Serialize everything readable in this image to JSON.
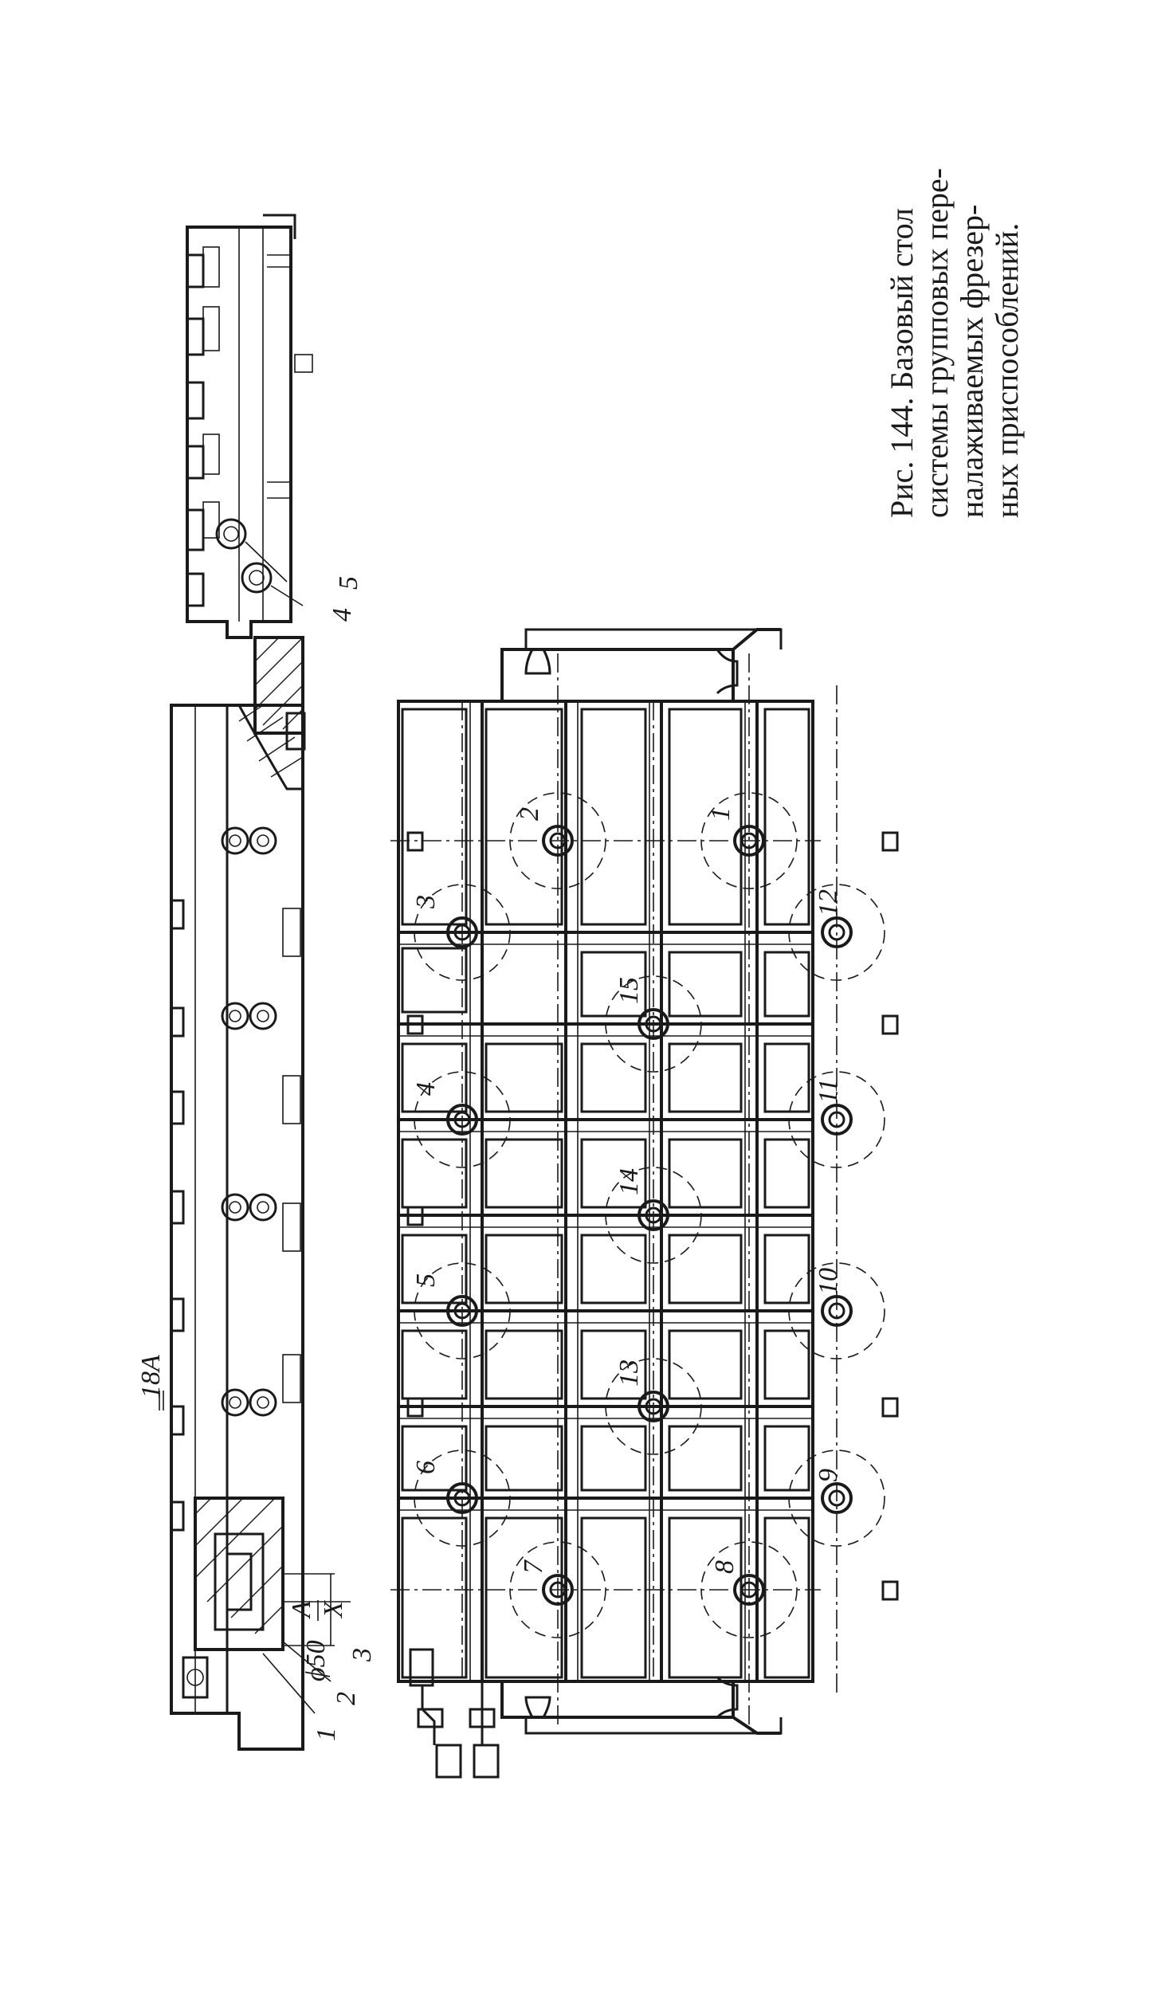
{
  "caption": {
    "line1": "Рис. 144. Базовый стол",
    "line2": "системы групповых пере-",
    "line3": "налаживаемых фрезер-",
    "line4": "ных приспособлений."
  },
  "side_view_labels": {
    "dim_18a": "18A",
    "dim_phi50": "ϕ50",
    "fraction_a": "A",
    "fraction_x": "X",
    "part_1": "1",
    "part_2": "2",
    "part_3": "3"
  },
  "end_view_labels": {
    "part_4": "4",
    "part_5": "5"
  },
  "plan_view_labels": {
    "clamp_1": "1",
    "clamp_2": "2",
    "clamp_3": "3",
    "clamp_4": "4",
    "clamp_5": "5",
    "clamp_6": "6",
    "clamp_7": "7",
    "clamp_8": "8",
    "clamp_9": "9",
    "clamp_10": "10",
    "clamp_11": "11",
    "clamp_12": "12",
    "clamp_13": "13",
    "clamp_14": "14",
    "clamp_15": "15"
  }
}
